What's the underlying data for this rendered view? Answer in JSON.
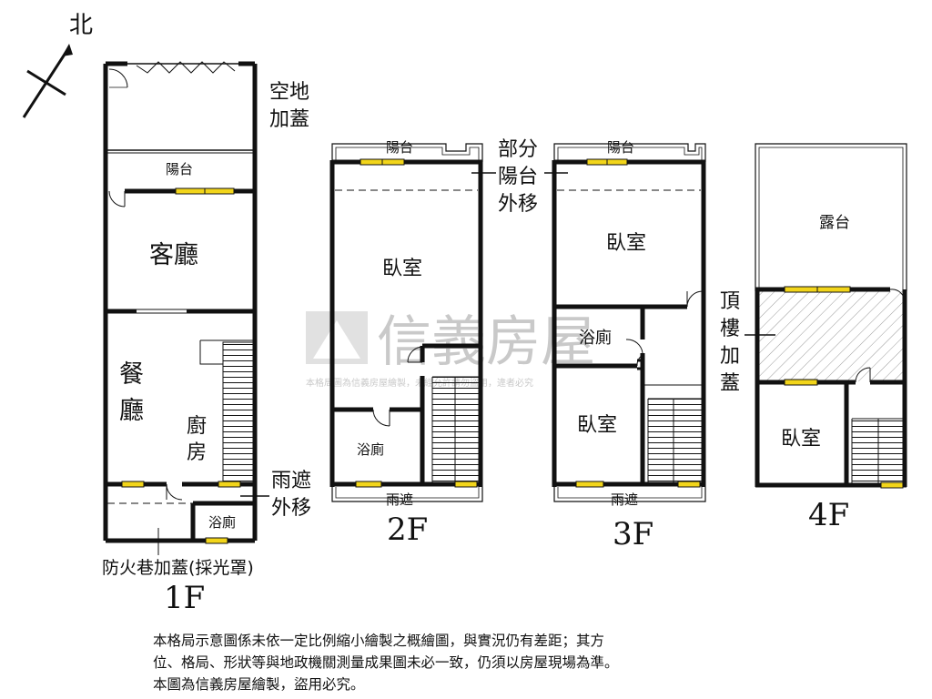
{
  "compass": {
    "label": "北"
  },
  "floors": {
    "f1": {
      "label": "1F",
      "rooms": {
        "yard": "空地加蓋",
        "balcony": "陽台",
        "living": "客廳",
        "dining": "餐廳",
        "kitchen": "廚房",
        "bath": "浴廁"
      },
      "notes": {
        "awning": "雨遮外移",
        "firelane": "防火巷加蓋(採光罩)"
      }
    },
    "f2": {
      "label": "2F",
      "rooms": {
        "balcony": "陽台",
        "bedroom": "臥室",
        "bath": "浴廁",
        "awning": "雨遮"
      },
      "notes": {
        "balcony_moved": "部分陽台外移"
      }
    },
    "f3": {
      "label": "3F",
      "rooms": {
        "balcony": "陽台",
        "bedroom_top": "臥室",
        "bath": "浴廁",
        "bedroom_bottom": "臥室",
        "awning": "雨遮"
      }
    },
    "f4": {
      "label": "4F",
      "rooms": {
        "terrace": "露台",
        "bedroom": "臥室"
      },
      "notes": {
        "rooftop": "頂樓加蓋"
      }
    }
  },
  "watermark": {
    "brand": "信義房屋",
    "notice": "本格局圖為信義房屋繪製，未經允許請勿盜用，違者必究"
  },
  "disclaimer": {
    "line1": "本格局示意圖係未依一定比例縮小繪製之概繪圖，與實況仍有差距；其方",
    "line2": "位、格局、形狀等與地政機關測量成果圖未必一致，仍須以房屋現場為準。",
    "line3": "本圖為信義房屋繪製，盜用必究。"
  },
  "colors": {
    "wall": "#111111",
    "window": "#f2d51a",
    "hatch": "#9a9a9a",
    "watermark": "#c9c9c9"
  }
}
